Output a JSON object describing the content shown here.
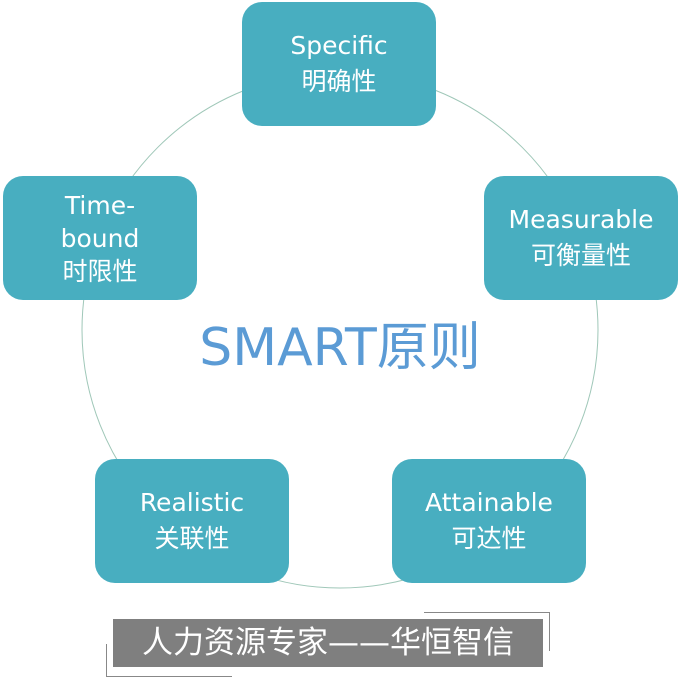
{
  "title": "SMART原则",
  "items": [
    {
      "en": "Specific",
      "zh": "明确性"
    },
    {
      "en": "Measurable",
      "zh": "可衡量性"
    },
    {
      "en": "Attainable",
      "zh": "可达性"
    },
    {
      "en": "Realistic",
      "zh": "关联性"
    },
    {
      "en": "Time-\nbound",
      "zh": "时限性"
    }
  ],
  "banner": "人力资源专家——华恒智信",
  "colors": {
    "box": "#48AEC0",
    "title": "#5B9BD5",
    "banner": "#7F7F7F"
  }
}
